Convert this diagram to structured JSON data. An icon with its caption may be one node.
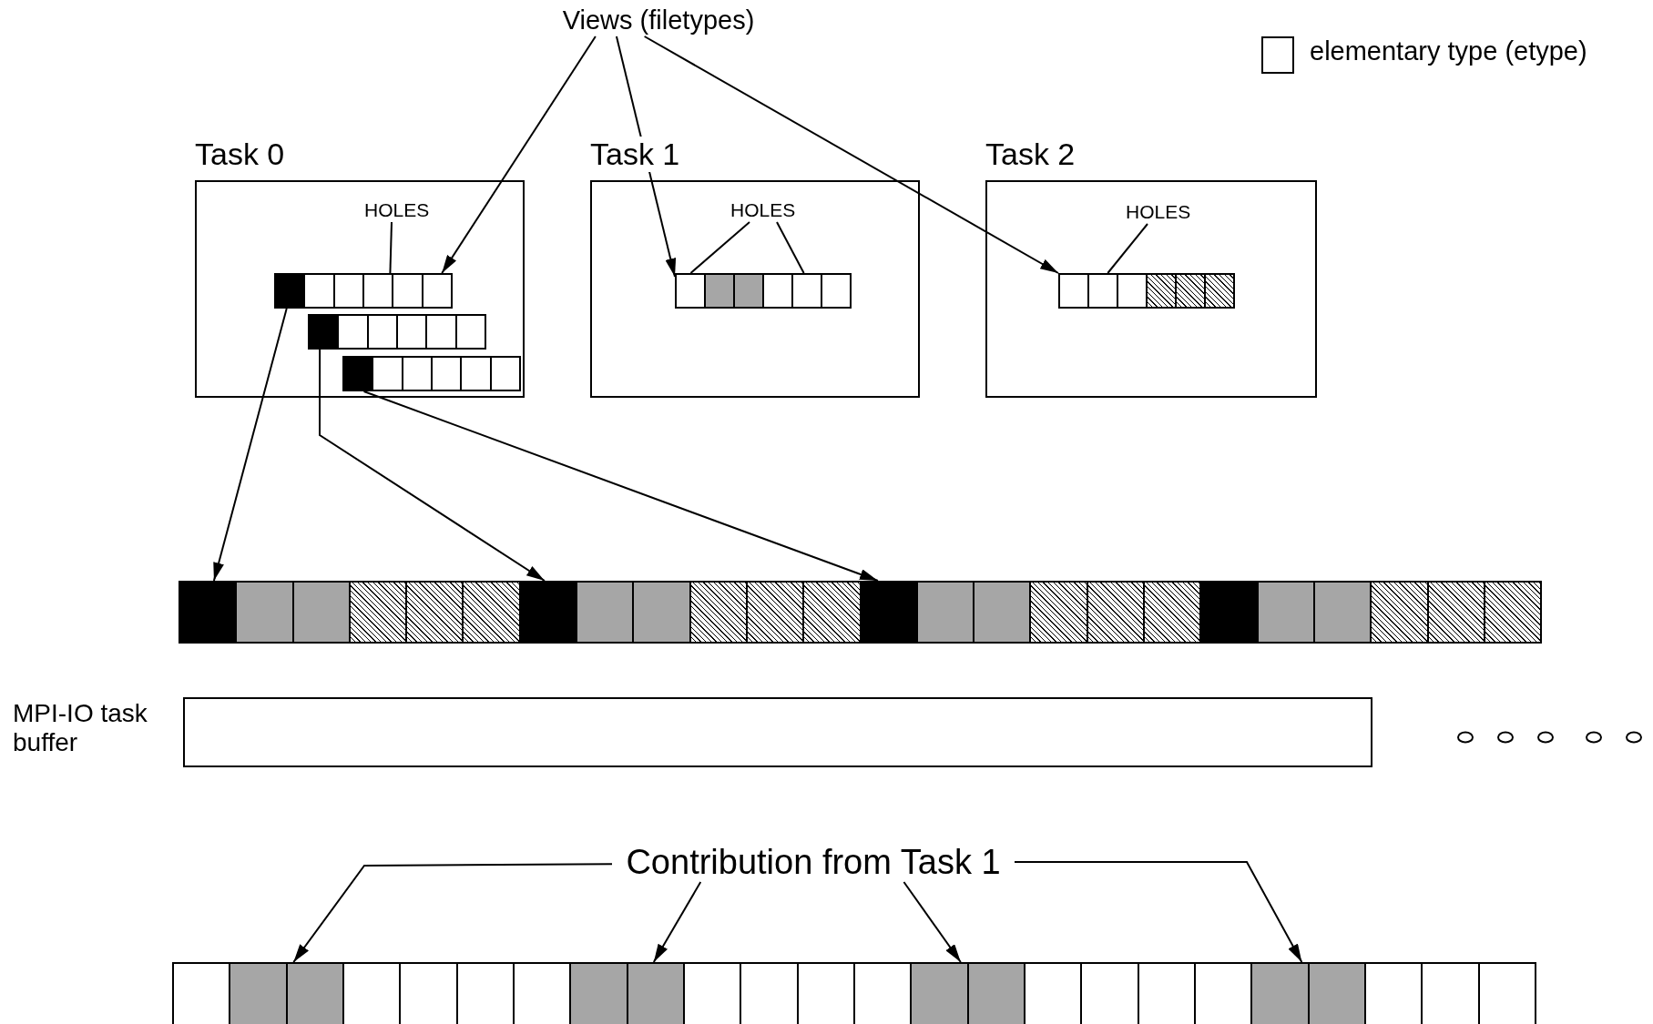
{
  "diagram": {
    "nodes": [
      {
        "text": [
          "Views (filetypes)"
        ]
      },
      {
        "text": [
          "Task 0"
        ]
      },
      {
        "text": [
          "HOLES"
        ],
        "in": 1
      },
      {
        "text": [],
        "shape": "bar",
        "in": 1
      },
      {
        "text": [],
        "shape": "bar",
        "in": 1
      },
      {
        "text": [],
        "shape": "bar",
        "in": 1
      },
      {
        "text": [
          "Task 1"
        ]
      },
      {
        "text": [
          "HOLES"
        ],
        "in": 6
      },
      {
        "text": [],
        "shape": "bar",
        "in": 6
      },
      {
        "text": [
          "Task 2"
        ]
      },
      {
        "text": [
          "HOLES"
        ],
        "in": 9
      },
      {
        "text": [],
        "shape": "bar",
        "in": 9
      },
      {
        "text": [],
        "shape": "bar"
      },
      {
        "text": [],
        "shape": "box",
        "beside": [
          "MPI-IO task buffer"
        ]
      },
      {
        "text": [
          "Contribution from Task 1"
        ]
      },
      {
        "text": [],
        "shape": "bar"
      }
    ],
    "edges": [
      {
        "from": 0,
        "to": 3,
        "arrow": "to"
      },
      {
        "from": 0,
        "to": 8,
        "arrow": "to"
      },
      {
        "from": 0,
        "to": 11,
        "arrow": "to"
      },
      {
        "from": 2,
        "to": 3,
        "arrow": "none"
      },
      {
        "from": 7,
        "to": 8,
        "arrow": "none"
      },
      {
        "from": 7,
        "to": 8,
        "arrow": "none"
      },
      {
        "from": 10,
        "to": 11,
        "arrow": "none"
      },
      {
        "from": 3,
        "to": 12,
        "arrow": "to"
      },
      {
        "from": 4,
        "to": 12,
        "arrow": "to"
      },
      {
        "from": 5,
        "to": 12,
        "arrow": "to"
      },
      {
        "from": 14,
        "to": 15,
        "arrow": "to"
      },
      {
        "from": 14,
        "to": 15,
        "arrow": "to"
      },
      {
        "from": 14,
        "to": 15,
        "arrow": "to"
      },
      {
        "from": 14,
        "to": 15,
        "arrow": "to"
      }
    ],
    "legend": [
      {
        "text": "elementary type (etype)",
        "color": "#ffffff"
      }
    ]
  }
}
